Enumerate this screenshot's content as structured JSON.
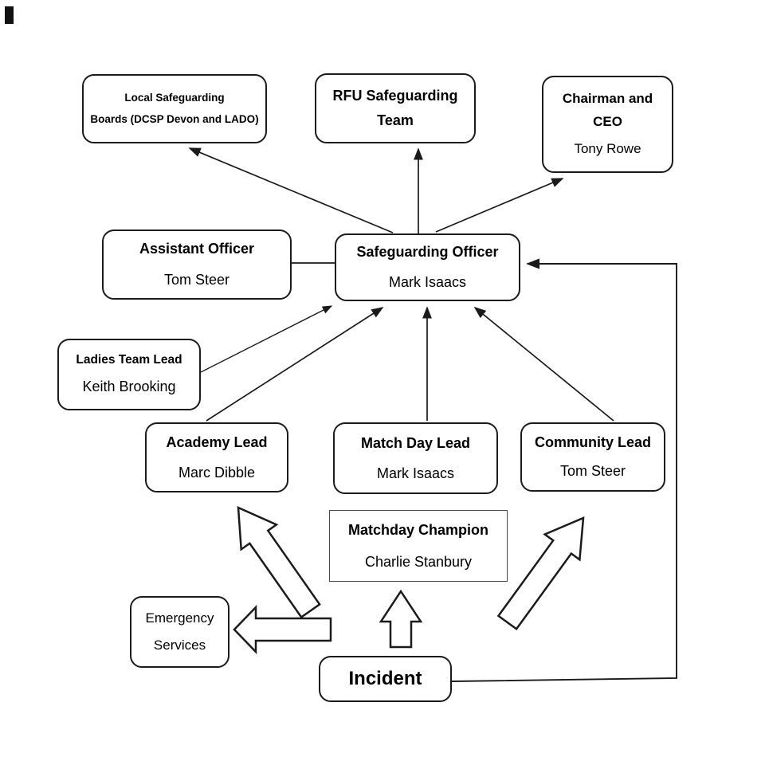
{
  "diagram": {
    "nodes": {
      "local_boards": {
        "line1": "Local Safeguarding",
        "line2": "Boards (DCSP Devon and LADO)"
      },
      "rfu_team": {
        "title": "RFU Safeguarding Team"
      },
      "chairman": {
        "title": "Chairman and CEO",
        "name": "Tony Rowe"
      },
      "assistant_officer": {
        "title": "Assistant Officer",
        "name": "Tom Steer"
      },
      "safeguarding_officer": {
        "title": "Safeguarding Officer",
        "name": "Mark Isaacs"
      },
      "ladies_team_lead": {
        "title": "Ladies Team Lead",
        "name": "Keith Brooking"
      },
      "academy_lead": {
        "title": "Academy Lead",
        "name": "Marc Dibble"
      },
      "match_day_lead": {
        "title": "Match Day Lead",
        "name": "Mark Isaacs"
      },
      "community_lead": {
        "title": "Community Lead",
        "name": "Tom Steer"
      },
      "matchday_champion": {
        "title": "Matchday Champion",
        "name": "Charlie Stanbury"
      },
      "emergency_services": {
        "line1": "Emergency",
        "line2": "Services"
      },
      "incident": {
        "title": "Incident"
      }
    },
    "colors": {
      "background": "#ffffff",
      "box_border": "#1b1b1b",
      "connector": "#1a1a1a",
      "text": "#000000"
    }
  }
}
